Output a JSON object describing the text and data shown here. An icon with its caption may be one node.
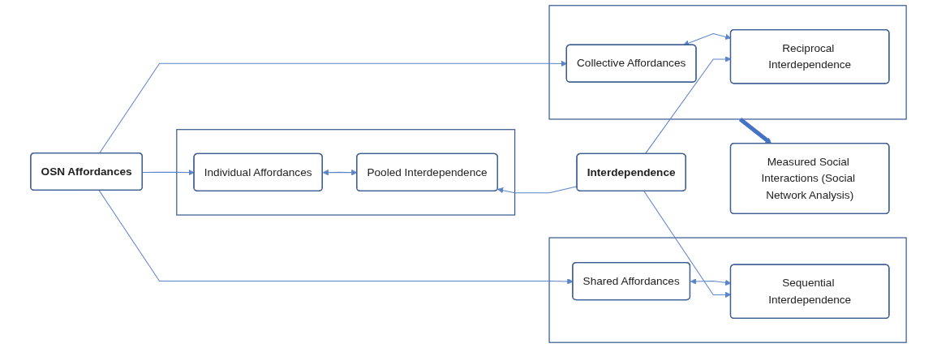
{
  "diagram": {
    "nodes": [
      {
        "text": [
          "OSN Affordances"
        ]
      },
      {
        "text": [],
        "shape": "box"
      },
      {
        "text": [
          "Individual Affordances"
        ],
        "in": 1
      },
      {
        "text": [
          "Pooled Interdependence"
        ],
        "in": 1
      },
      {
        "text": [],
        "shape": "box"
      },
      {
        "text": [
          "Shared Affordances"
        ],
        "in": 4
      },
      {
        "text": [
          "Sequential Interdependence"
        ],
        "in": 4
      },
      {
        "text": [],
        "shape": "box"
      },
      {
        "text": [
          "Collective Affordances"
        ],
        "in": 7
      },
      {
        "text": [
          "Reciprocal Interdependence"
        ],
        "in": 7
      },
      {
        "text": [
          "Interdependence"
        ]
      },
      {
        "text": [
          "Measured Social Interactions (Social Network Analysis)"
        ]
      }
    ],
    "edges": [
      {
        "from": 0,
        "to": 2,
        "arrow": "to"
      },
      {
        "from": 0,
        "to": 5,
        "arrow": "to"
      },
      {
        "from": 0,
        "to": 8,
        "arrow": "to"
      },
      {
        "from": 2,
        "to": 3,
        "arrow": "both"
      },
      {
        "from": 5,
        "to": 6,
        "arrow": "both"
      },
      {
        "from": 8,
        "to": 9,
        "arrow": "both"
      },
      {
        "from": 10,
        "to": 3,
        "arrow": "to"
      },
      {
        "from": 10,
        "to": 6,
        "arrow": "to"
      },
      {
        "from": 10,
        "to": 9,
        "arrow": "to"
      },
      {
        "from": 7,
        "to": 11,
        "arrow": "to",
        "style": "thick",
        "color": "#4472c4"
      }
    ]
  }
}
